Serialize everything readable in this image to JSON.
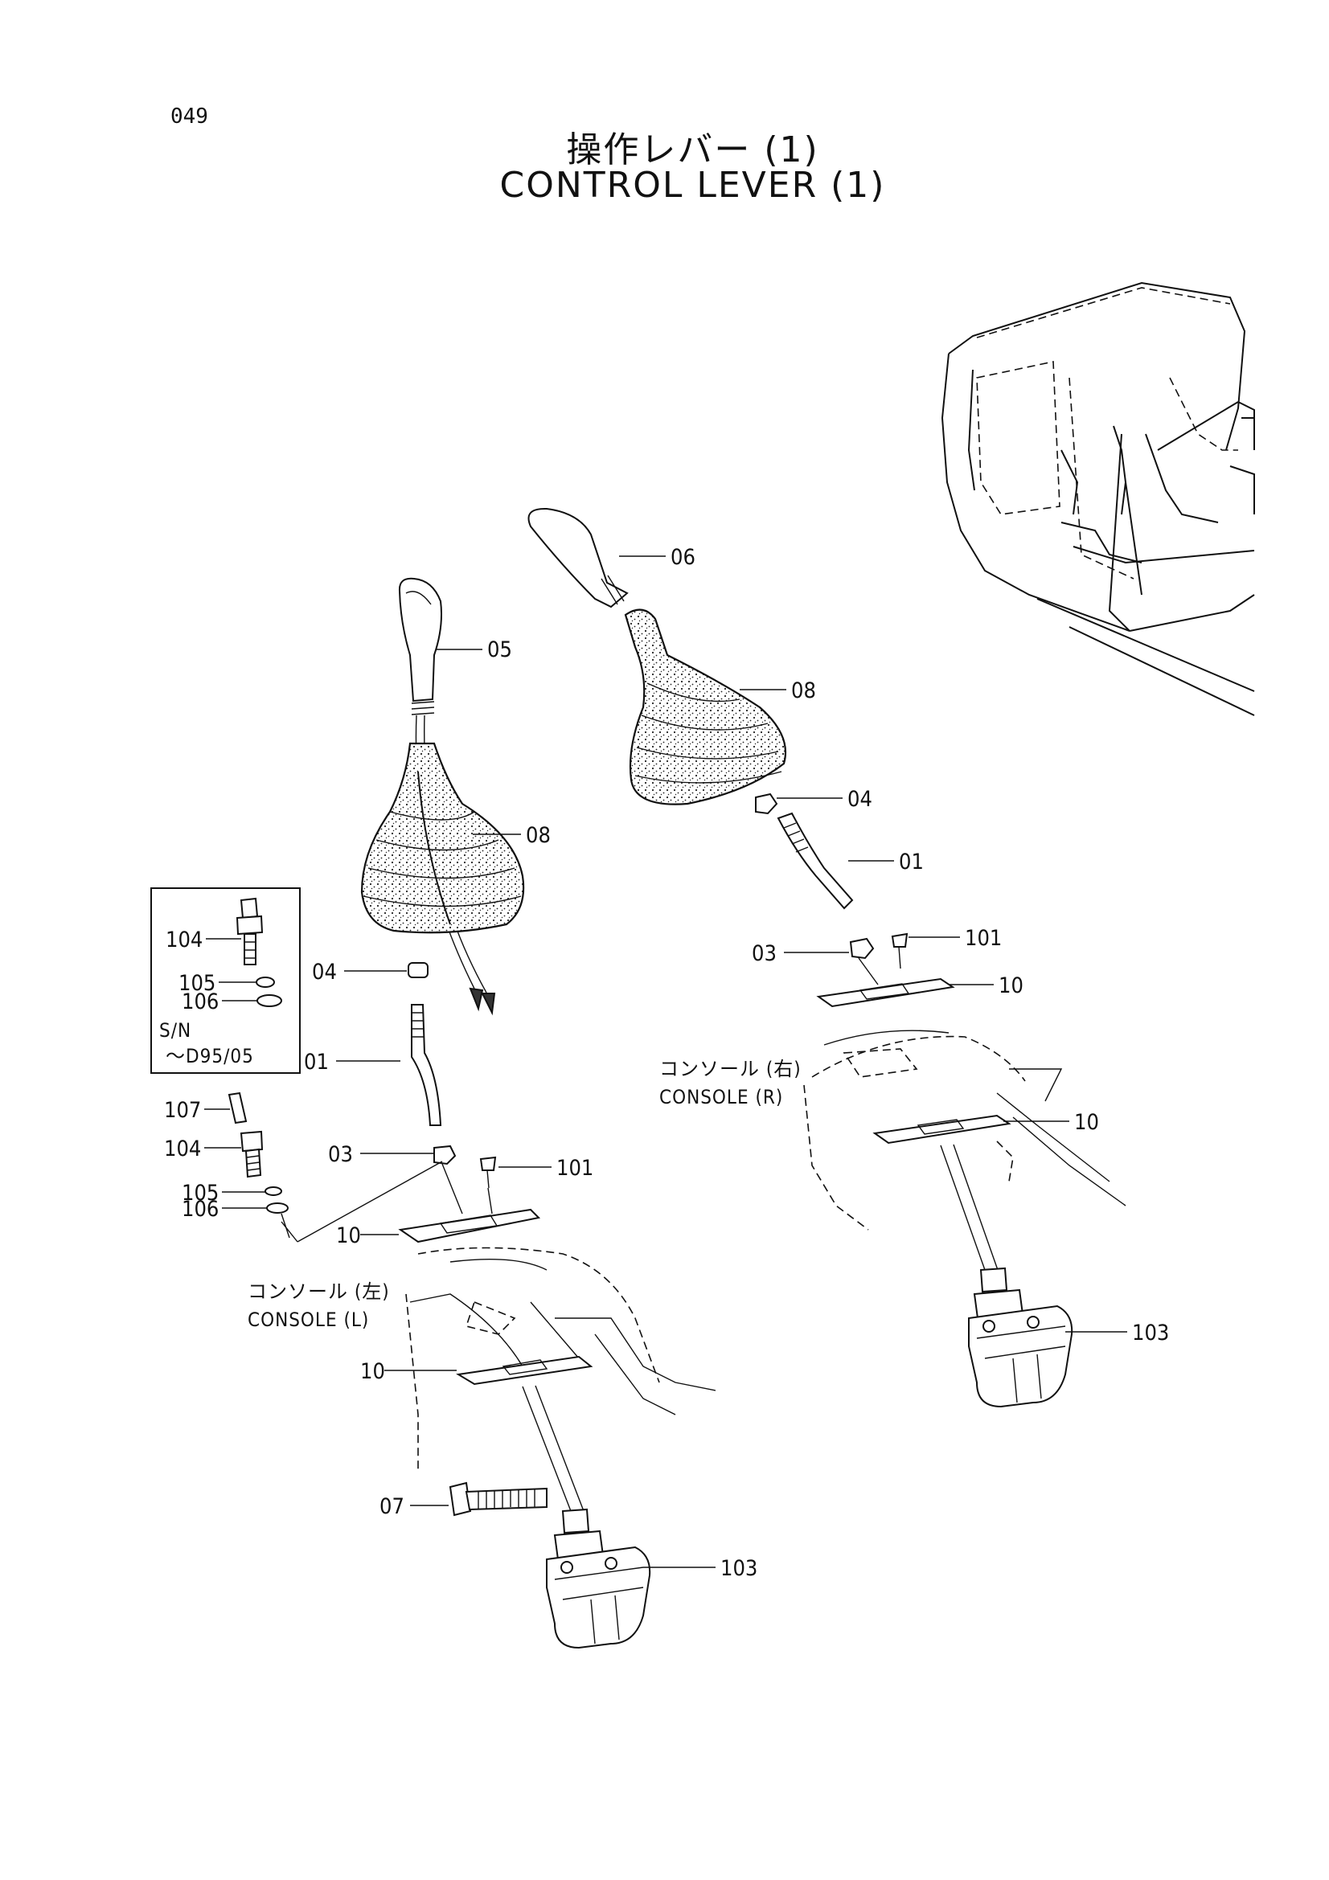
{
  "page_number": "049",
  "title_jp": "操作レバー (1)",
  "title_en": "CONTROL LEVER (1)",
  "labels": {
    "p05": "05",
    "p06": "06",
    "p08_left": "08",
    "p08_right": "08",
    "p04_left": "04",
    "p04_right": "04",
    "p01_left": "01",
    "p01_right": "01",
    "p03_left": "03",
    "p03_right": "03",
    "p101_left": "101",
    "p101_right": "101",
    "p10_left_upper": "10",
    "p10_left_lower": "10",
    "p10_right_upper": "10",
    "p10_right_lower": "10",
    "p103_left": "103",
    "p103_right": "103",
    "p07": "07",
    "p107": "107",
    "p104_main": "104",
    "p105_main": "105",
    "p106_main": "106",
    "p104_inset": "104",
    "p105_inset": "105",
    "p106_inset": "106"
  },
  "inset": {
    "sn_label": "S/N",
    "sn_range": "～D95/05"
  },
  "console_left": {
    "jp": "コンソール (左)",
    "en": "CONSOLE (L)"
  },
  "console_right": {
    "jp": "コンソール (右)",
    "en": "CONSOLE (R)"
  }
}
